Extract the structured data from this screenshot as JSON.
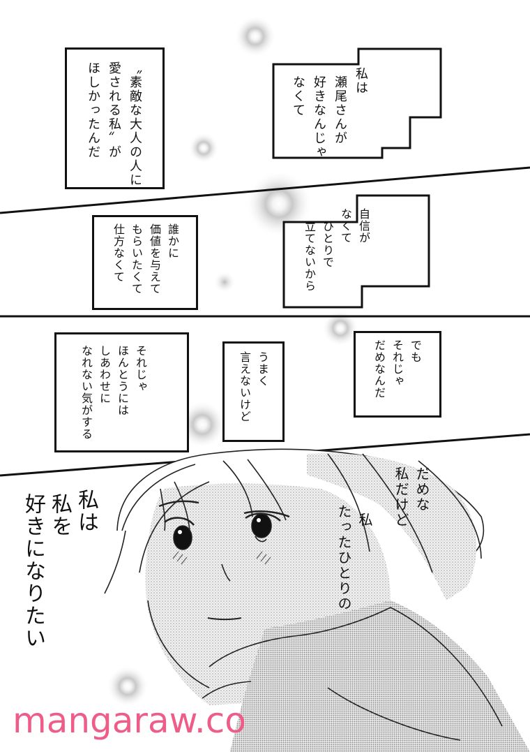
{
  "panel1": {
    "box_a": [
      "私は",
      "瀬尾さんが",
      "好きなんじゃ",
      "なくて"
    ],
    "box_b": [
      "〝素敵な大人の人に",
      "愛される私〟が",
      "ほしかったんだ"
    ]
  },
  "panel2": {
    "box_a": [
      "自信が",
      "なくて",
      "ひとりで",
      "立てないから"
    ],
    "box_b": [
      "誰かに",
      "価値を与えて",
      "もらいたくて",
      "仕方なくて"
    ]
  },
  "panel3": {
    "box_a": [
      "でも",
      "それじゃ",
      "だめなんだ"
    ],
    "box_b": [
      "うまく",
      "言えないけど"
    ],
    "box_c": [
      "それじゃ",
      "ほんとうには",
      "しあわせに",
      "なれない気がする"
    ]
  },
  "panel4": {
    "line_right_a": [
      "だめな",
      "私だけど"
    ],
    "line_right_b": [
      "たったひとりの",
      "私"
    ],
    "line_left": [
      "私は",
      "私を",
      "好きになりたい"
    ]
  },
  "watermark": "mangaraw.co"
}
